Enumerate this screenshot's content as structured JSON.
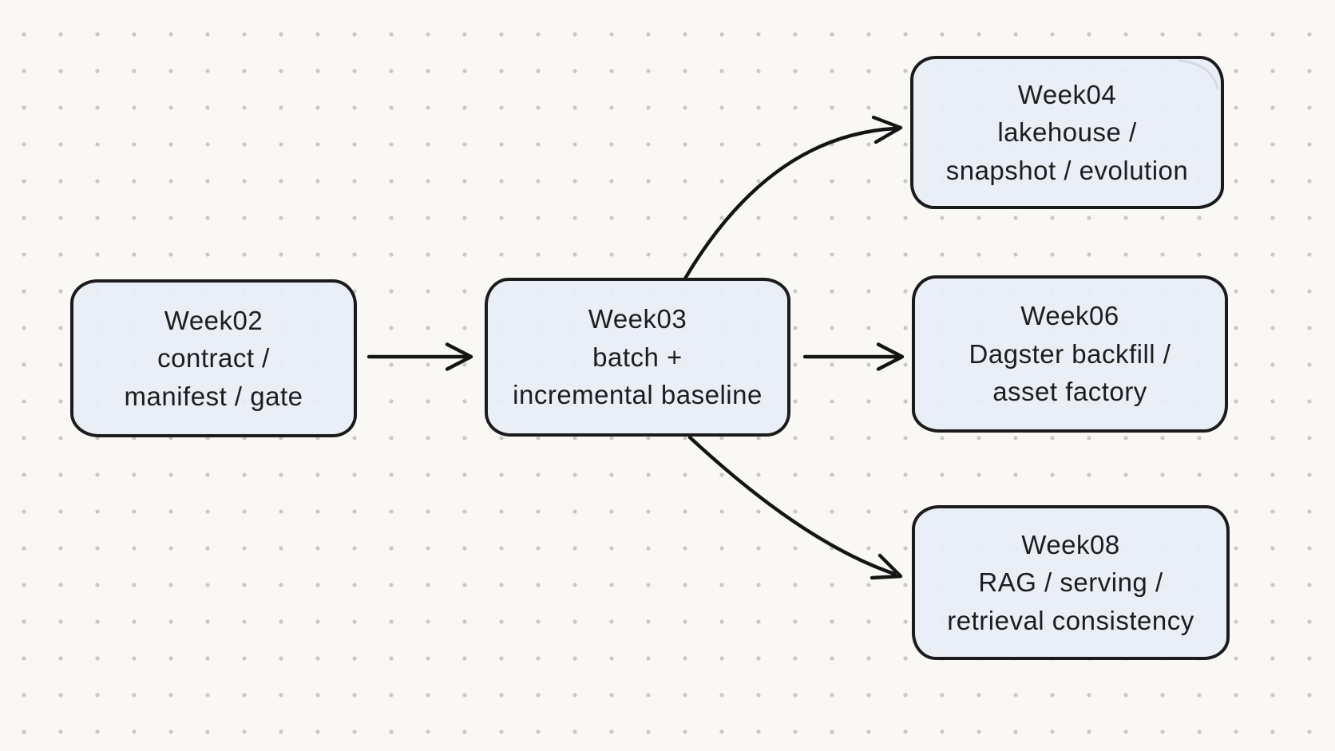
{
  "canvas": {
    "background_color": "#faf8f4",
    "dot_color": "#c9c8c5",
    "node_fill_color": "#e8edf6",
    "stroke_color": "#1b1b1b",
    "text_color": "#1d1d1d"
  },
  "nodes": {
    "week02": {
      "lines": [
        "Week02",
        "contract /",
        "manifest / gate"
      ]
    },
    "week03": {
      "lines": [
        "Week03",
        "batch +",
        "incremental baseline"
      ]
    },
    "week04": {
      "lines": [
        "Week04",
        "lakehouse /",
        "snapshot / evolution"
      ]
    },
    "week06": {
      "lines": [
        "Week06",
        "Dagster backfill /",
        "asset factory"
      ]
    },
    "week08": {
      "lines": [
        "Week08",
        "RAG / serving /",
        "retrieval consistency"
      ]
    }
  },
  "edges": [
    {
      "from": "Week02",
      "to": "Week03",
      "style": "straight"
    },
    {
      "from": "Week03",
      "to": "Week04",
      "style": "curved-up"
    },
    {
      "from": "Week03",
      "to": "Week06",
      "style": "straight"
    },
    {
      "from": "Week03",
      "to": "Week08",
      "style": "curved-down"
    }
  ]
}
